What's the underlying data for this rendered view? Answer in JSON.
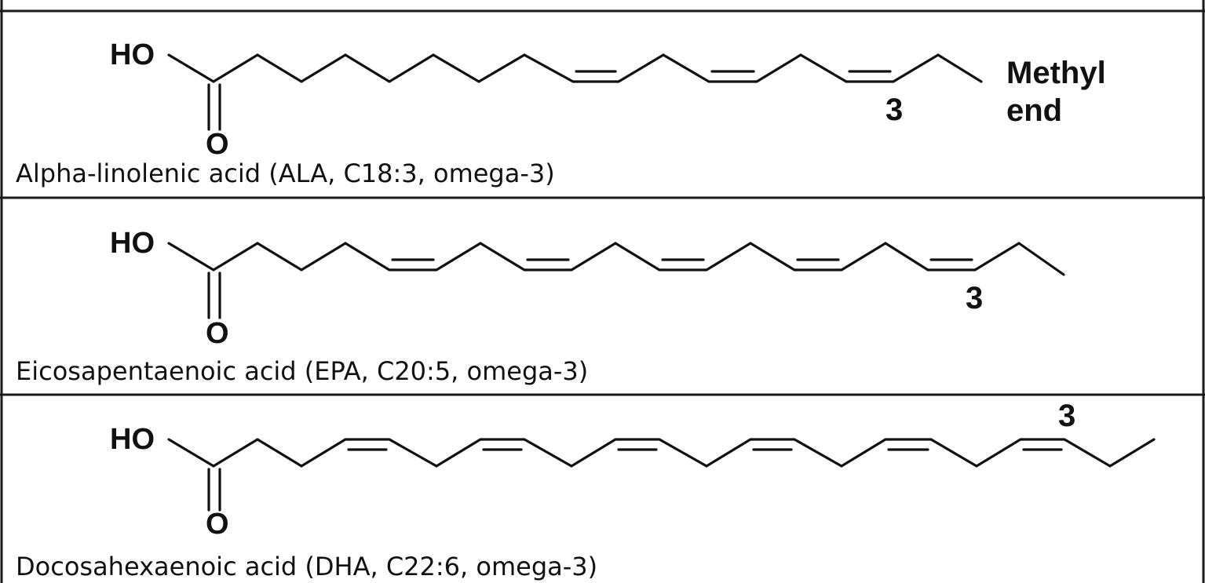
{
  "molecules": [
    {
      "caption": "Alpha-linolenic acid (ALA, C18:3, omega-3)",
      "hydroxyl_label": "HO",
      "carbonyl_label": "O",
      "omega_marker": "3",
      "end_label_line1": "Methyl",
      "end_label_line2": "end"
    },
    {
      "caption": "Eicosapentaenoic acid (EPA, C20:5, omega-3)",
      "hydroxyl_label": "HO",
      "carbonyl_label": "O",
      "omega_marker": "3"
    },
    {
      "caption": "Docosahexaenoic acid (DHA, C22:6, omega-3)",
      "hydroxyl_label": "HO",
      "carbonyl_label": "O",
      "omega_marker": "3"
    }
  ]
}
